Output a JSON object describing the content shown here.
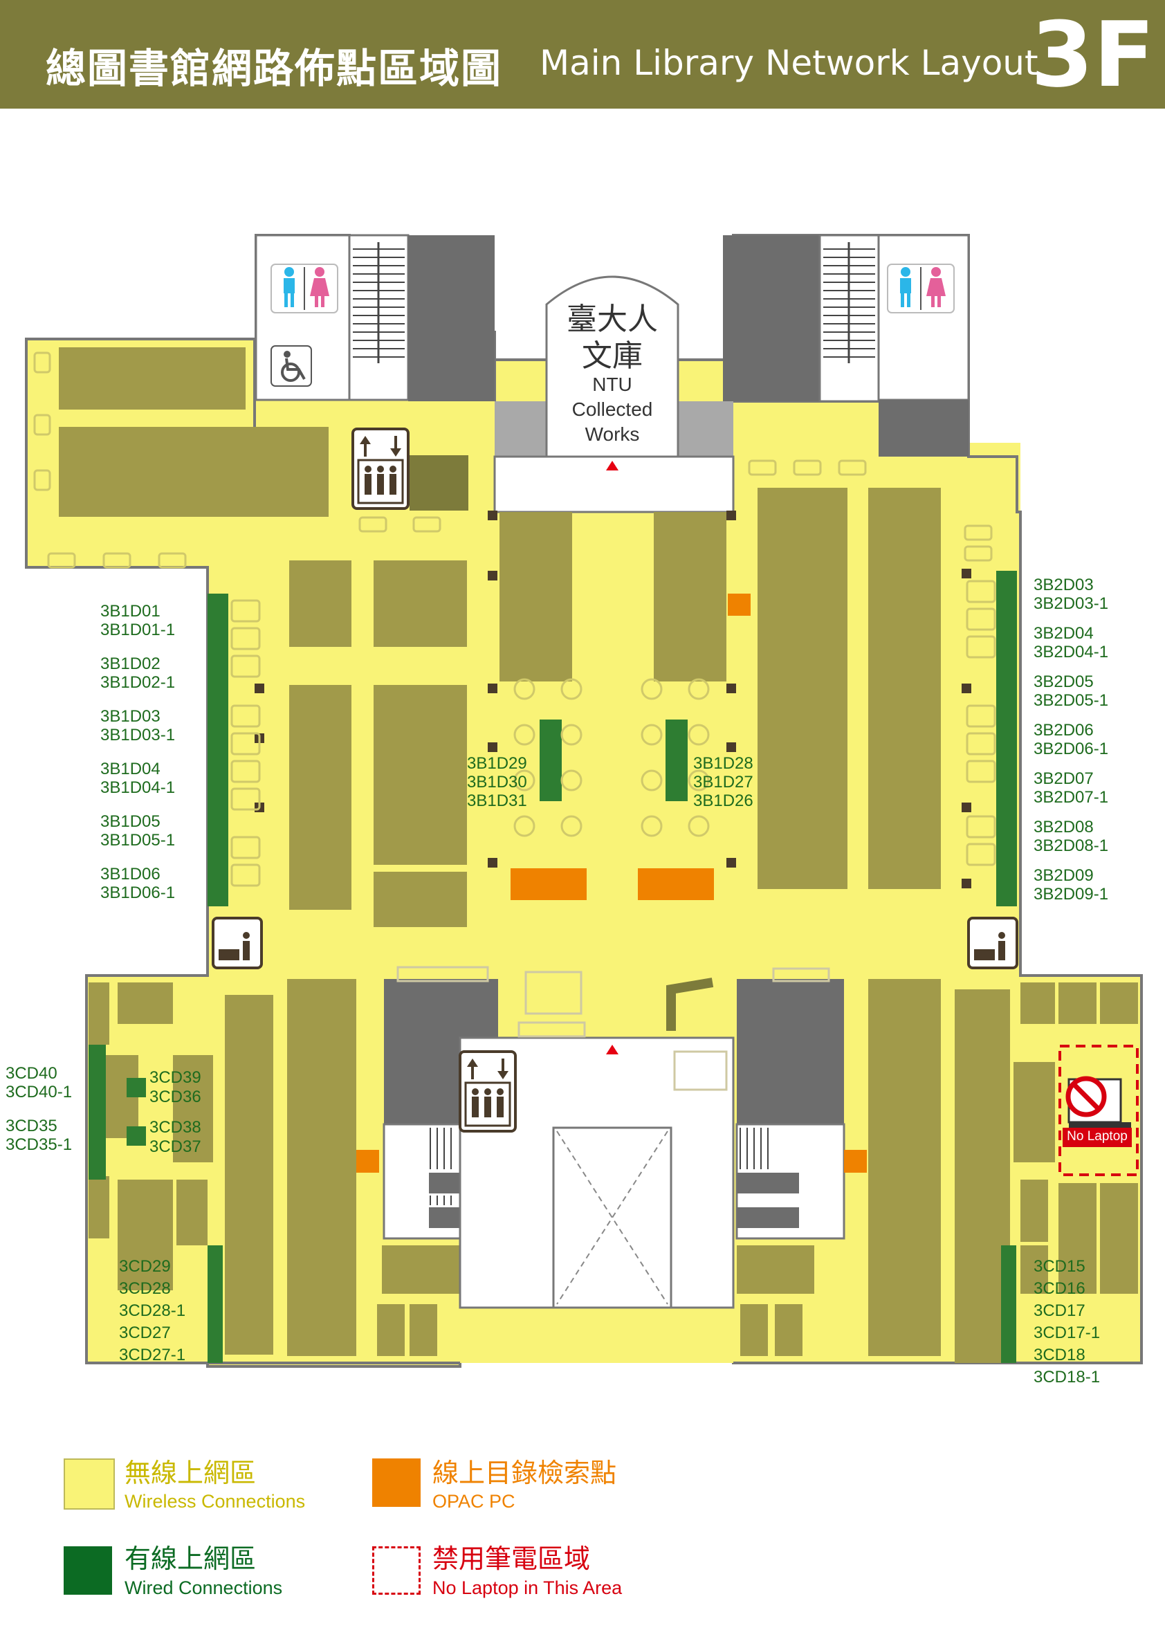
{
  "header": {
    "title_zh": "總圖書館網路佈點區域圖",
    "title_en": "Main Library Network Layout",
    "floor": "3F"
  },
  "map": {
    "collected_works_zh_1": "臺大人",
    "collected_works_zh_2": "文庫",
    "collected_works_en_1": "NTU",
    "collected_works_en_2": "Collected",
    "collected_works_en_3": "Works",
    "no_laptop_tag": "No Laptop",
    "port_labels": {
      "left_group": [
        "3B1D01",
        "3B1D01-1",
        "3B1D02",
        "3B1D02-1",
        "3B1D03",
        "3B1D03-1",
        "3B1D04",
        "3B1D04-1",
        "3B1D05",
        "3B1D05-1",
        "3B1D06",
        "3B1D06-1"
      ],
      "center_left": [
        "3B1D29",
        "3B1D30",
        "3B1D31"
      ],
      "center_right": [
        "3B1D28",
        "3B1D27",
        "3B1D26"
      ],
      "right_group": [
        "3B2D03",
        "3B2D03-1",
        "3B2D04",
        "3B2D04-1",
        "3B2D05",
        "3B2D05-1",
        "3B2D06",
        "3B2D06-1",
        "3B2D07",
        "3B2D07-1",
        "3B2D08",
        "3B2D08-1",
        "3B2D09",
        "3B2D09-1"
      ],
      "west_wing": [
        "3CD40",
        "3CD40-1",
        "3CD35",
        "3CD35-1"
      ],
      "west_wing_inner": [
        "3CD39",
        "3CD36",
        "3CD38",
        "3CD37"
      ],
      "southwest": [
        "3CD29",
        "3CD28",
        "3CD28-1",
        "3CD27",
        "3CD27-1"
      ],
      "southeast": [
        "3CD15",
        "3CD16",
        "3CD17",
        "3CD17-1",
        "3CD18",
        "3CD18-1"
      ]
    }
  },
  "legend": {
    "wireless_zh": "無線上網區",
    "wireless_en": "Wireless Connections",
    "wired_zh": "有線上網區",
    "wired_en": "Wired Connections",
    "opac_zh": "線上目錄檢索點",
    "opac_en": "OPAC PC",
    "nolaptop_zh": "禁用筆電區域",
    "nolaptop_en": "No Laptop in This Area"
  },
  "colors": {
    "header_bg": "#7d7b3b",
    "wireless": "#f9f377",
    "wired": "#2e7d32",
    "opac": "#ef8200",
    "shelf": "#a19a4a",
    "wall": "#6d6d6d",
    "no_laptop": "#d7000f",
    "label_green": "#1e6b1e"
  }
}
